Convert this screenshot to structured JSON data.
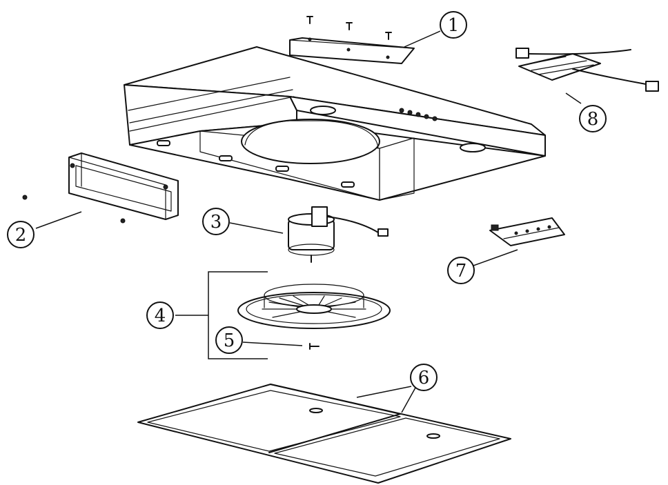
{
  "callouts": [
    "1",
    "2",
    "3",
    "4",
    "5",
    "6",
    "7",
    "8"
  ],
  "colors": {
    "line": "#111111",
    "background": "#ffffff"
  }
}
